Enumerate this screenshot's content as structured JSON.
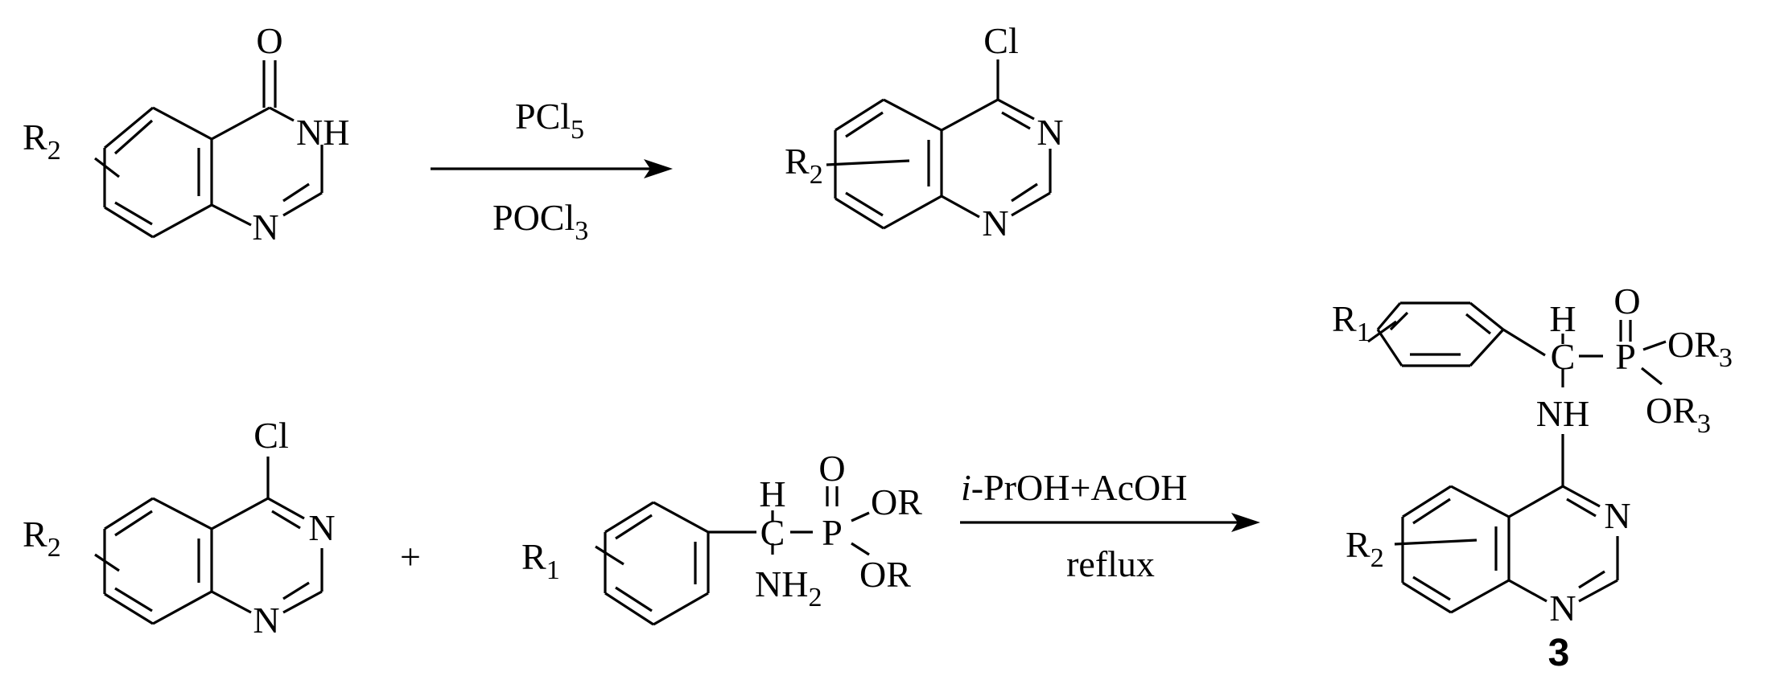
{
  "reaction1": {
    "reagent_above": "PCl",
    "reagent_above_sub": "5",
    "reagent_below": "POCl",
    "reagent_below_sub": "3"
  },
  "reaction2": {
    "plus": "+",
    "condition_above_italic": "i",
    "condition_above_rest": "-PrOH+AcOH",
    "condition_below": "reflux"
  },
  "atoms": {
    "O": "O",
    "NH": "NH",
    "N": "N",
    "Cl": "Cl",
    "R": "R",
    "H": "H",
    "C": "C",
    "P": "P",
    "OR": "OR",
    "OR3": "OR",
    "NH2": "NH",
    "sub1": "1",
    "sub2": "2",
    "sub3": "3"
  },
  "compound_number": "3"
}
